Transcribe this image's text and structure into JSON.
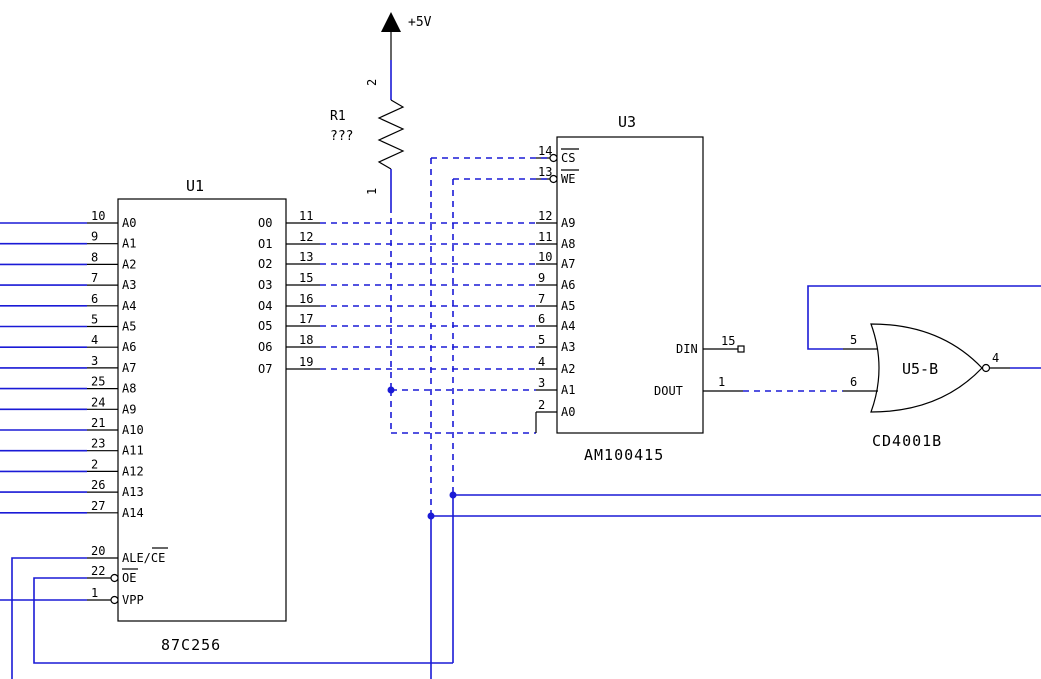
{
  "power": {
    "label": "+5V"
  },
  "resistor": {
    "ref": "R1",
    "value": "???",
    "pin_top": "2",
    "pin_bottom": "1"
  },
  "u1": {
    "ref": "U1",
    "part": "87C256",
    "left_pins": [
      {
        "num": "10",
        "name": "A0"
      },
      {
        "num": "9",
        "name": "A1"
      },
      {
        "num": "8",
        "name": "A2"
      },
      {
        "num": "7",
        "name": "A3"
      },
      {
        "num": "6",
        "name": "A4"
      },
      {
        "num": "5",
        "name": "A5"
      },
      {
        "num": "4",
        "name": "A6"
      },
      {
        "num": "3",
        "name": "A7"
      },
      {
        "num": "25",
        "name": "A8"
      },
      {
        "num": "24",
        "name": "A9"
      },
      {
        "num": "21",
        "name": "A10"
      },
      {
        "num": "23",
        "name": "A11"
      },
      {
        "num": "2",
        "name": "A12"
      },
      {
        "num": "26",
        "name": "A13"
      },
      {
        "num": "27",
        "name": "A14"
      }
    ],
    "ctrl_pins": [
      {
        "num": "20",
        "name": "ALE/CE"
      },
      {
        "num": "22",
        "name": "OE"
      },
      {
        "num": "1",
        "name": "VPP"
      }
    ],
    "right_pins": [
      {
        "num": "11",
        "name": "O0"
      },
      {
        "num": "12",
        "name": "O1"
      },
      {
        "num": "13",
        "name": "O2"
      },
      {
        "num": "15",
        "name": "O3"
      },
      {
        "num": "16",
        "name": "O4"
      },
      {
        "num": "17",
        "name": "O5"
      },
      {
        "num": "18",
        "name": "O6"
      },
      {
        "num": "19",
        "name": "O7"
      }
    ]
  },
  "u3": {
    "ref": "U3",
    "part": "AM100415",
    "ctrl_pins": [
      {
        "num": "14",
        "name": "CS"
      },
      {
        "num": "13",
        "name": "WE"
      }
    ],
    "addr_pins": [
      {
        "num": "12",
        "name": "A9"
      },
      {
        "num": "11",
        "name": "A8"
      },
      {
        "num": "10",
        "name": "A7"
      },
      {
        "num": "9",
        "name": "A6"
      },
      {
        "num": "7",
        "name": "A5"
      },
      {
        "num": "6",
        "name": "A4"
      },
      {
        "num": "5",
        "name": "A3"
      },
      {
        "num": "4",
        "name": "A2"
      },
      {
        "num": "3",
        "name": "A1"
      },
      {
        "num": "2",
        "name": "A0"
      }
    ],
    "din": {
      "num": "15",
      "name": "DIN"
    },
    "dout": {
      "num": "1",
      "name": "DOUT"
    }
  },
  "gate": {
    "ref": "U5-B",
    "part": "CD4001B",
    "in_a": "5",
    "in_b": "6",
    "out": "4"
  }
}
